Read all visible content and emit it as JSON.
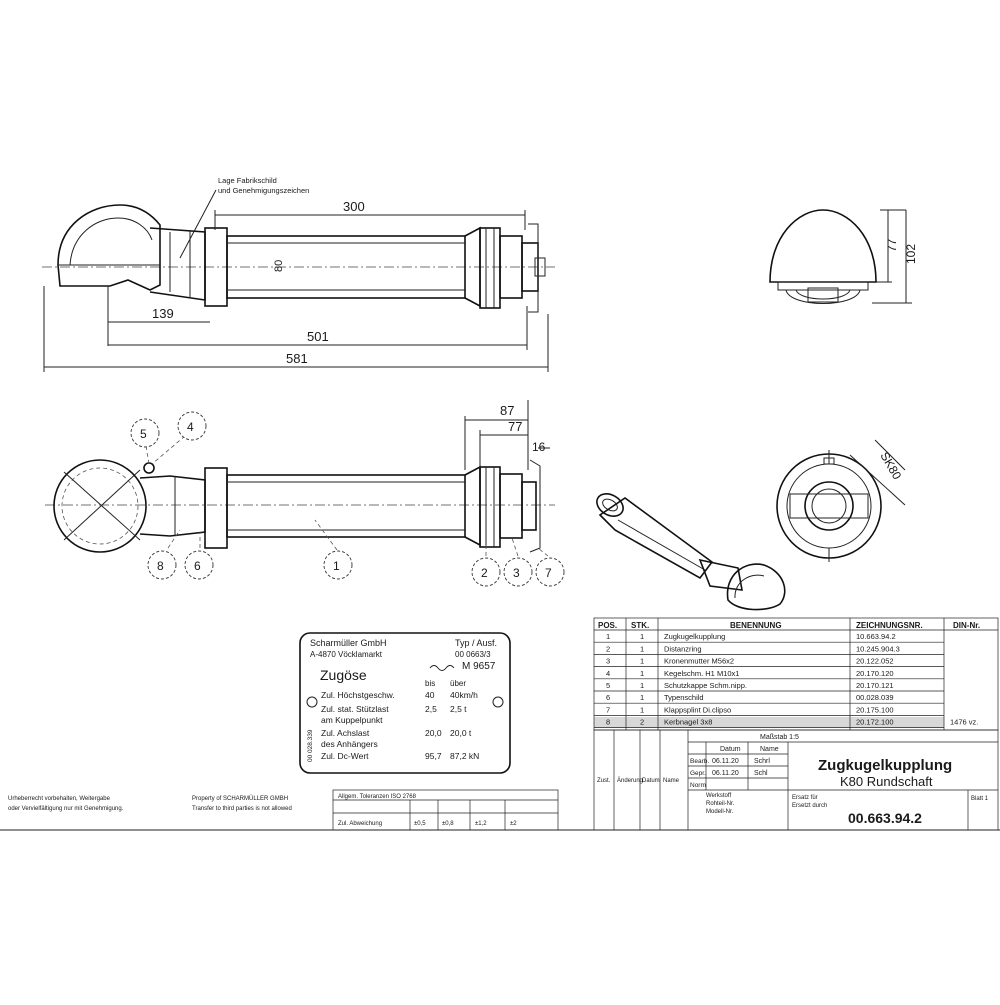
{
  "drawing": {
    "note_label_line1": "Lage Fabrikschild",
    "note_label_line2": "und Genehmigungszeichen",
    "dim_300": "300",
    "dim_80": "80",
    "dim_80_sub": "⌀ 80",
    "dim_139": "139",
    "dim_501": "501",
    "dim_581": "581",
    "dim_77_right": "77",
    "dim_102": "102",
    "dim_87": "87",
    "dim_77": "77",
    "dim_16": "16",
    "dim_sk80": "SK80"
  },
  "balloons": [
    "5",
    "4",
    "8",
    "6",
    "1",
    "2",
    "3",
    "7"
  ],
  "nameplate": {
    "company": "Scharmüller GmbH",
    "address": "A-4870 Vöcklamarkt",
    "type_label": "Typ / Ausf.",
    "type_value": "00 0663/3",
    "mark": "M 9657",
    "product": "Zugöse",
    "col_bis": "bis",
    "col_uber": "über",
    "row1_label": "Zul. Höchstgeschw.",
    "row1_bis": "40",
    "row1_uber": "40km/h",
    "row2_label": "Zul. stat. Stützlast",
    "row2_bis": "2,5",
    "row2_uber": "2,5 t",
    "row3_label": "am Kuppelpunkt",
    "row4_label": "Zul. Achslast",
    "row4_bis": "20,0",
    "row4_uber": "20,0 t",
    "row5_label": "des Anhängers",
    "row6_label": "Zul. Dc-Wert",
    "row6_bis": "95,7",
    "row6_uber": "87,2 kN",
    "side_text": "00 028.339"
  },
  "parts_table": {
    "headers": [
      "POS.",
      "STK.",
      "BENENNUNG",
      "ZEICHNUNGSNR.",
      "DIN-Nr."
    ],
    "rows": [
      [
        "1",
        "1",
        "Zugkugelkupplung",
        "10.663.94.2",
        ""
      ],
      [
        "2",
        "1",
        "Distanzring",
        "10.245.904.3",
        ""
      ],
      [
        "3",
        "1",
        "Kronenmutter M56x2",
        "20.122.052",
        ""
      ],
      [
        "4",
        "1",
        "Kegelschm. H1 M10x1",
        "20.170.120",
        ""
      ],
      [
        "5",
        "1",
        "Schutzkappe Schm.nipp.",
        "20.170.121",
        ""
      ],
      [
        "6",
        "1",
        "Typenschild",
        "00.028.039",
        ""
      ],
      [
        "7",
        "1",
        "Klappsplint Di.clipso",
        "20.175.100",
        ""
      ],
      [
        "8",
        "2",
        "Kerbnagel 3x8",
        "20.172.100",
        "1476 vz."
      ]
    ]
  },
  "title_block": {
    "title": "Zugkugelkupplung",
    "subtitle": "K80 Rundschaft",
    "number": "00.663.94.2",
    "scale": "Maßstab 1:5",
    "label_datum": "Datum",
    "label_name": "Name",
    "label_bearb": "Bearb.",
    "label_gepr": "Gepr.",
    "label_norm": "Norm",
    "date1": "06.11.20",
    "date2": "06.11.20",
    "name1": "Schrl",
    "name2": "Schl",
    "left_a": "Zust.",
    "left_b": "Änderung",
    "left_c": "Datum",
    "left_d": "Name",
    "small1": "Werkstoff",
    "small2": "Rohteil-Nr.",
    "small3": "Modell-Nr.",
    "small4": "Ersatz für",
    "small5": "Ersetzt durch",
    "sheet": "Blatt 1"
  },
  "footer": {
    "copyright_line1": "Urheberrecht vorbehalten, Weitergabe",
    "copyright_line2": "oder Vervielfältigung nur mit Genehmigung.",
    "property_line1": "Property of SCHARMÜLLER GMBH",
    "property_line2": "Transfer to third parties is not allowed",
    "tol_header": "Allgem. Toleranzen ISO 2768",
    "tol_row1": "Zul. Abweichung",
    "tol_v1": "±0,5",
    "tol_v2": "±0,8",
    "tol_v3": "±1,2",
    "tol_v4": "±2"
  }
}
